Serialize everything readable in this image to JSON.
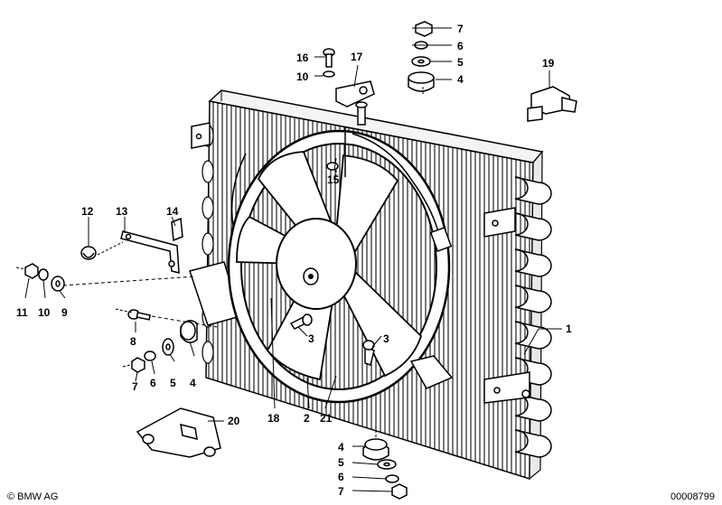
{
  "callouts": {
    "c1": "1",
    "c2": "2",
    "c3a": "3",
    "c3b": "3",
    "c4a": "4",
    "c4b": "4",
    "c4c": "4",
    "c5a": "5",
    "c5b": "5",
    "c5c": "5",
    "c6a": "6",
    "c6b": "6",
    "c6c": "6",
    "c7a": "7",
    "c7b": "7",
    "c7c": "7",
    "c8": "8",
    "c9": "9",
    "c10a": "10",
    "c10b": "10",
    "c11": "11",
    "c12": "12",
    "c13": "13",
    "c14": "14",
    "c15": "15",
    "c16": "16",
    "c17": "17",
    "c18": "18",
    "c19": "19",
    "c20": "20",
    "c21": "21"
  },
  "footer": {
    "copyright": "© BMW AG",
    "diagram_id": "00008799"
  }
}
